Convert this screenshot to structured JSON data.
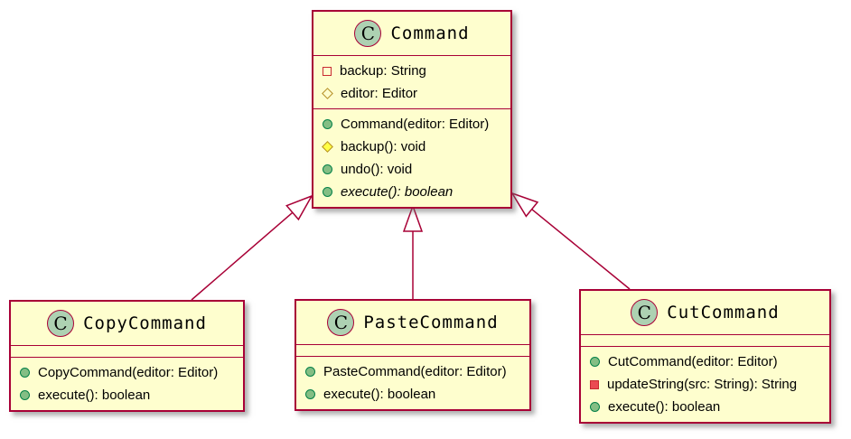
{
  "diagram": {
    "type": "uml-class-diagram",
    "colors": {
      "box_fill": "#FEFECE",
      "box_border": "#A80036",
      "relation_line": "#A80036",
      "badge_fill": "#ADD1B2",
      "public_icon_fill": "#84BE84",
      "public_icon_border": "#038048",
      "protected_icon_fill": "#FFFF44",
      "protected_icon_border": "#B38D22",
      "private_icon_fill": "#EB4A52",
      "private_icon_border": "#C82930"
    },
    "classes": [
      {
        "id": "Command",
        "badge": "C",
        "name": "Command",
        "attributes": [
          {
            "visibility": "private",
            "kind": "field",
            "text": "backup: String"
          },
          {
            "visibility": "protected",
            "kind": "field",
            "text": "editor: Editor"
          }
        ],
        "methods": [
          {
            "visibility": "public",
            "abstract": false,
            "text": "Command(editor: Editor)"
          },
          {
            "visibility": "protected",
            "abstract": false,
            "text": "backup(): void"
          },
          {
            "visibility": "public",
            "abstract": false,
            "text": "undo(): void"
          },
          {
            "visibility": "public",
            "abstract": true,
            "text": "execute(): boolean"
          }
        ]
      },
      {
        "id": "CopyCommand",
        "badge": "C",
        "name": "CopyCommand",
        "attributes": [],
        "methods": [
          {
            "visibility": "public",
            "abstract": false,
            "text": "CopyCommand(editor: Editor)"
          },
          {
            "visibility": "public",
            "abstract": false,
            "text": "execute(): boolean"
          }
        ]
      },
      {
        "id": "PasteCommand",
        "badge": "C",
        "name": "PasteCommand",
        "attributes": [],
        "methods": [
          {
            "visibility": "public",
            "abstract": false,
            "text": "PasteCommand(editor: Editor)"
          },
          {
            "visibility": "public",
            "abstract": false,
            "text": "execute(): boolean"
          }
        ]
      },
      {
        "id": "CutCommand",
        "badge": "C",
        "name": "CutCommand",
        "attributes": [],
        "methods": [
          {
            "visibility": "public",
            "abstract": false,
            "text": "CutCommand(editor: Editor)"
          },
          {
            "visibility": "private",
            "abstract": false,
            "text": "updateString(src: String): String"
          },
          {
            "visibility": "public",
            "abstract": false,
            "text": "execute(): boolean"
          }
        ]
      }
    ],
    "relations": [
      {
        "from": "CopyCommand",
        "to": "Command",
        "type": "extends"
      },
      {
        "from": "PasteCommand",
        "to": "Command",
        "type": "extends"
      },
      {
        "from": "CutCommand",
        "to": "Command",
        "type": "extends"
      }
    ]
  }
}
